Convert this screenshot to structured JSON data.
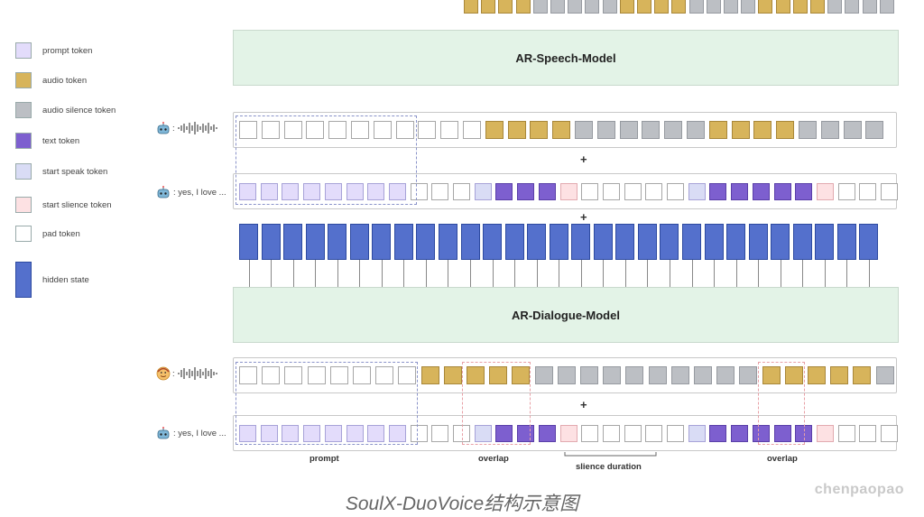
{
  "colors": {
    "prompt": "#e3dcfb",
    "audio": "#d7b45b",
    "silence": "#bcbfc4",
    "text": "#7d5fcf",
    "start_speak": "#d9dcf5",
    "start_silence": "#fde1e3",
    "pad": "#ffffff",
    "hidden": "#5470cc"
  },
  "legend": [
    {
      "key": "prompt",
      "label": "prompt token"
    },
    {
      "key": "audio",
      "label": "audio token"
    },
    {
      "key": "silence",
      "label": "audio silence token"
    },
    {
      "key": "text",
      "label": "text token"
    },
    {
      "key": "start_speak",
      "label": "start speak token"
    },
    {
      "key": "start_silence",
      "label": "start slience token"
    },
    {
      "key": "pad",
      "label": "pad token"
    },
    {
      "key": "hidden",
      "label": "hidden state"
    }
  ],
  "models": {
    "speech": "AR-Speech-Model",
    "dialogue": "AR-Dialogue-Model"
  },
  "plus": "+",
  "speakers": {
    "text_prefix": ": yes, I love ...",
    "audio_prefix": ":",
    "robot_icon": "robot-icon",
    "person_icon": "person-icon",
    "wave_icon": "waveform-icon"
  },
  "sequences": {
    "top_output": "AAAASSSSSAAAASSSSAAAASSSS",
    "speech_audio": "PPPPPPPPPPPAAAASSSSSSAAAASSSS",
    "speech_text": "RRRRRRRRPPPVTTTYPPPPPVTTTTTYPPP",
    "dialogue_audio": "PPPPPPPPAAAAASSSSSSSSSSAAAAAS",
    "dialogue_text": "RRRRRRRRPPPVTTTYPPPPPVTTTTTYPPP"
  },
  "annotations": {
    "prompt": "prompt",
    "overlap_1": "overlap",
    "silence_duration": "slience duration",
    "overlap_2": "overlap"
  },
  "caption": "SoulX-DuoVoice结构示意图",
  "watermark": "chenpaopao"
}
